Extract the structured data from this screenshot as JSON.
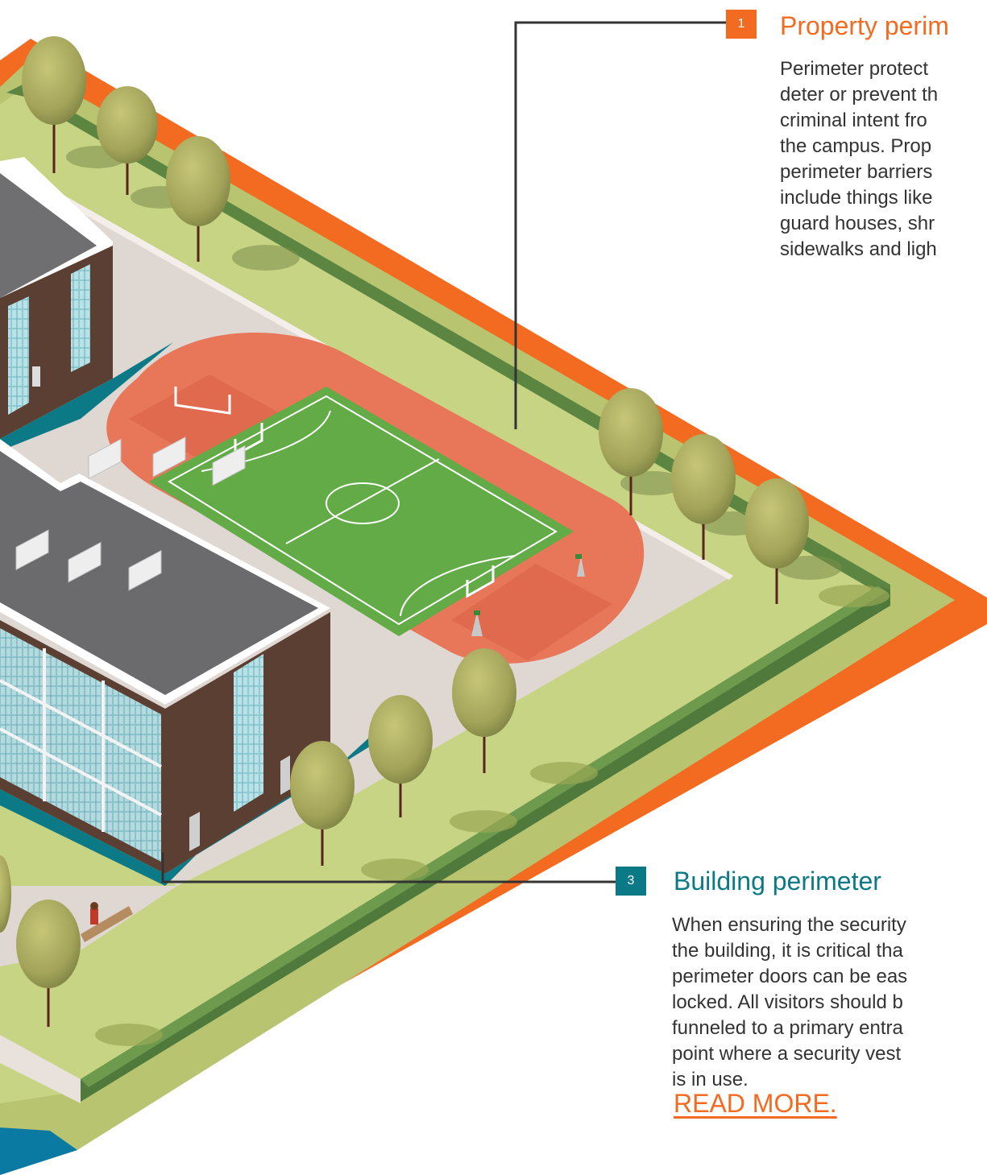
{
  "colors": {
    "orange_accent": "#f26b21",
    "teal_accent": "#0b7a86",
    "grass": "#b6c470",
    "hedge": "#4f7a3c",
    "plaza": "#dcd3cd",
    "track": "#e8775a",
    "field": "#62ab47",
    "brick": "#5b3f33",
    "roof": "#6f6f71",
    "glass": "#9fd3da",
    "tree_crown": "#a8a85c",
    "tree_trunk": "#5a231d",
    "callout_line": "#333333"
  },
  "callouts": [
    {
      "number": "1",
      "title": "Property perim",
      "title_color": "#f26b21",
      "badge_color": "#f26b21",
      "lines": [
        "Perimeter protect",
        "deter or prevent th",
        "criminal intent fro",
        "the campus. Prop",
        "perimeter barriers",
        "include things like",
        "guard houses, shr",
        "sidewalks and ligh"
      ]
    },
    {
      "number": "3",
      "title": "Building perimeter",
      "title_color": "#0b7a86",
      "badge_color": "#0b7a86",
      "lines": [
        "When ensuring the security",
        "the building, it is critical tha",
        "perimeter doors can be eas",
        "locked. All visitors should b",
        "funneled to a primary entra",
        "point where a security vest",
        "is in use."
      ],
      "link": "READ MORE."
    }
  ]
}
